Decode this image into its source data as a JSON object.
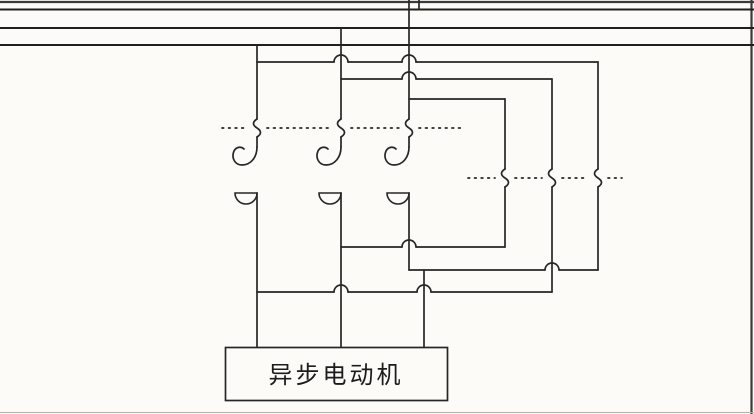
{
  "diagram": {
    "type": "three-phase-motor-switch-schematic",
    "motor_label": "异步电动机",
    "phase_lines": 3,
    "switch_poles": 3,
    "crossover_wires": 3,
    "colors": {
      "line": "#262626",
      "background": "#fcfbf8",
      "frame": "#3a3a3a"
    }
  }
}
